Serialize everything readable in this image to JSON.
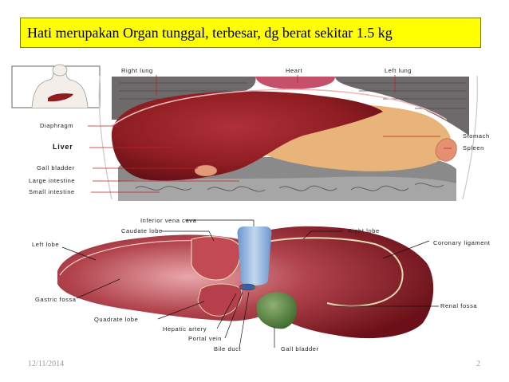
{
  "slide": {
    "title": "Hati merupakan Organ tunggal, terbesar, dg berat sekitar 1.5 kg",
    "date": "12/11/2014",
    "page_number": "2"
  },
  "top_figure": {
    "labels": {
      "right_lung": "Right lung",
      "heart": "Heart",
      "left_lung": "Left lung",
      "diaphragm": "Diaphragm",
      "liver": "Liver",
      "gall_bladder": "Gall bladder",
      "large_intestine": "Large intestine",
      "small_intestine": "Small intestine",
      "stomach": "Stomach",
      "spleen": "Spleen"
    }
  },
  "bottom_figure": {
    "labels": {
      "inferior_vena_cava": "Inferior vena cava",
      "caudate_lobe": "Caudate lobe",
      "right_lobe": "Right lobe",
      "left_lobe": "Left lobe",
      "coronary_ligament": "Coronary ligament",
      "gastric_fossa": "Gastric fossa",
      "renal_fossa": "Renal fossa",
      "quadrate_lobe": "Quadrate lobe",
      "hepatic_artery": "Hepatic artery",
      "portal_vein": "Portal vein",
      "bile_duct": "Bile duct",
      "gall_bladder": "Gall bladder"
    }
  },
  "colors": {
    "title_bg": "#ffff00",
    "liver": "#8e1d22",
    "stomach": "#e8b47a",
    "lung": "#6e6a6c",
    "heart": "#c4506a",
    "intestine": "#8a8a8a",
    "gall_bladder_green": "#4f7f3a",
    "vena_cava": "#8fb4df",
    "label_line": "#c0202a"
  }
}
